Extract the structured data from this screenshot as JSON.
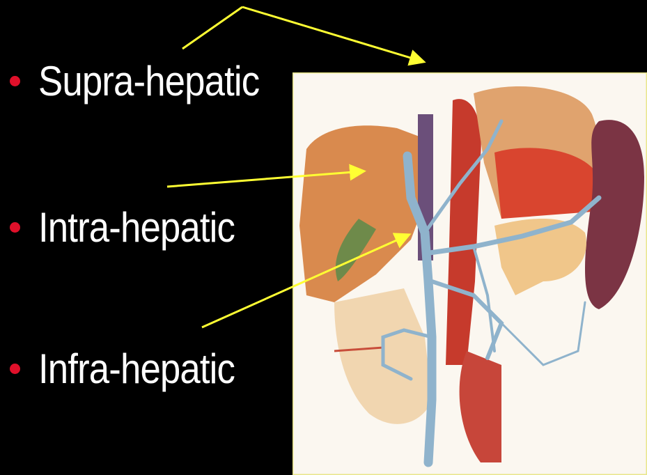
{
  "bullets": [
    {
      "label": "Supra-hepatic"
    },
    {
      "label": "Intra-hepatic"
    },
    {
      "label": "Infra-hepatic"
    }
  ],
  "colors": {
    "background": "#000000",
    "text": "#ffffff",
    "bullet": "#e0102a",
    "arrow": "#ffff33",
    "illustration_border": "#e8e68a"
  },
  "illustration": {
    "subject": "anatomical illustration of portal venous system with liver, stomach, pancreas and spleen"
  }
}
